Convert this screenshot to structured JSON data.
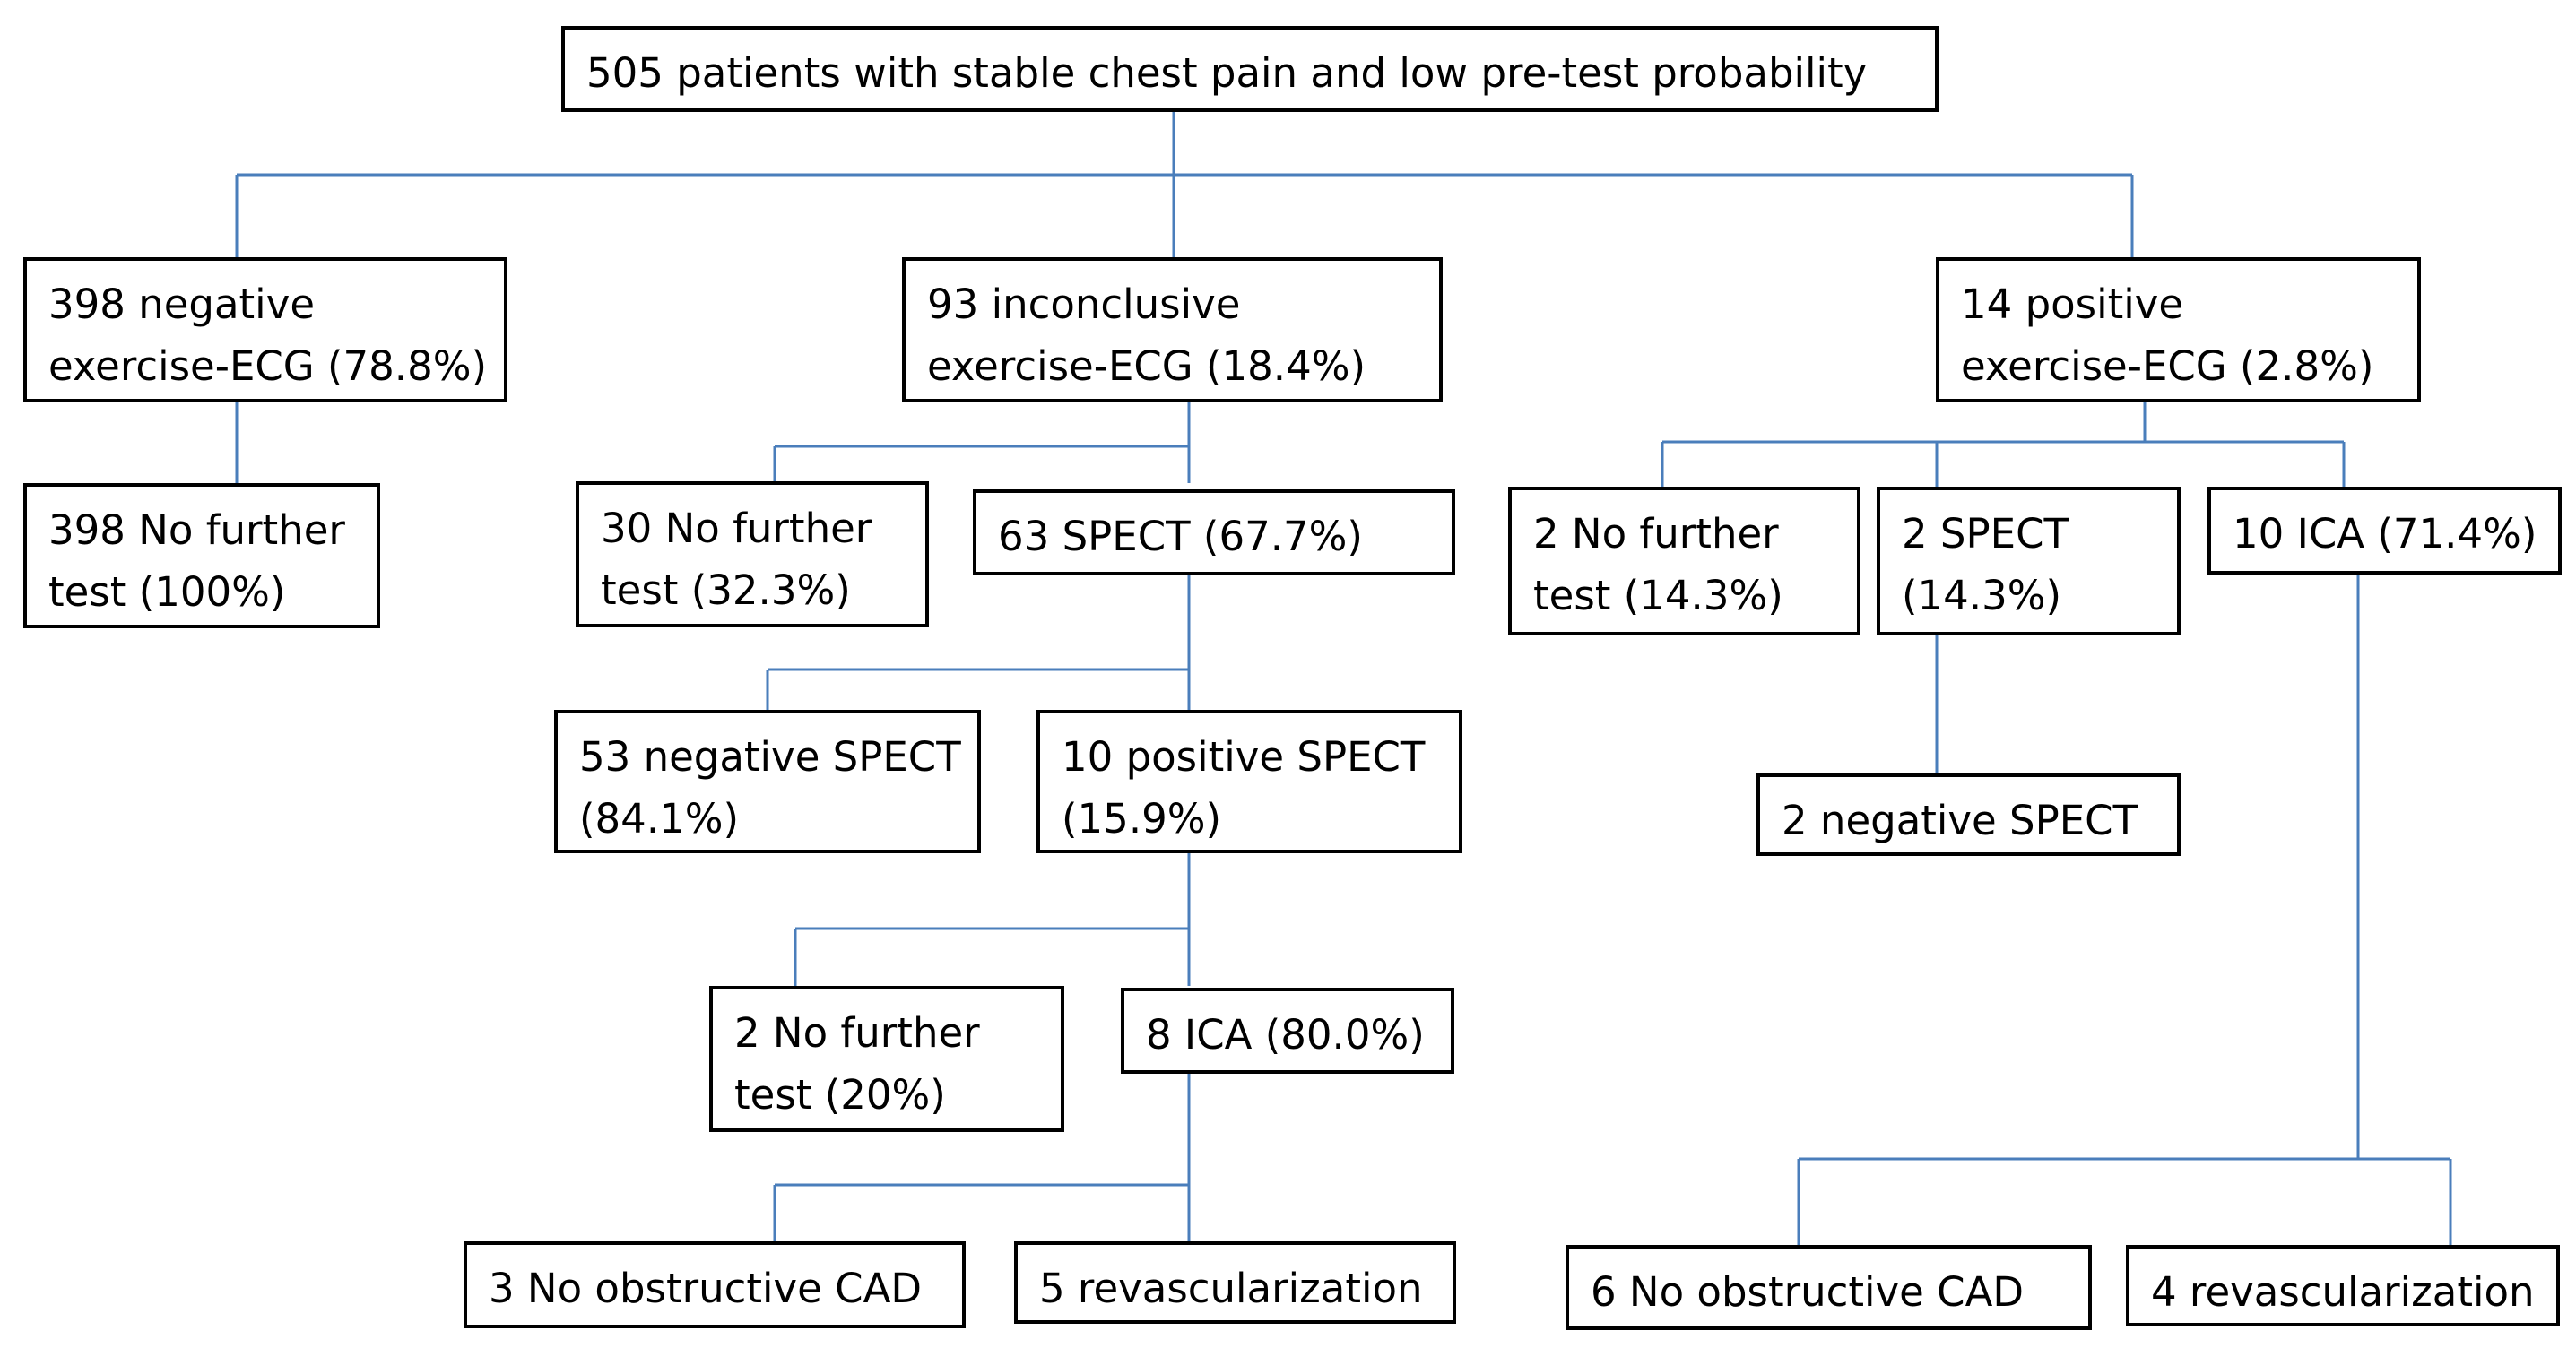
{
  "flowchart": {
    "root": {
      "lines": [
        "505 patients with stable chest pain and low pre-test probability"
      ]
    },
    "negative_ecg": {
      "result": {
        "lines": [
          "398 negative",
          "exercise-ECG (78.8%)"
        ]
      },
      "no_further": {
        "lines": [
          "398 No further",
          "test (100%)"
        ]
      }
    },
    "inconclusive_ecg": {
      "result": {
        "lines": [
          "93 inconclusive",
          "exercise-ECG (18.4%)"
        ]
      },
      "no_further": {
        "lines": [
          "30 No further",
          "test (32.3%)"
        ]
      },
      "spect": {
        "lines": [
          "63 SPECT (67.7%)"
        ]
      },
      "negative_spect": {
        "lines": [
          "53 negative SPECT",
          "(84.1%)"
        ]
      },
      "positive_spect": {
        "lines": [
          "10 positive SPECT",
          "(15.9%)"
        ]
      },
      "no_further_after_spect": {
        "lines": [
          "2 No further",
          "test (20%)"
        ]
      },
      "ica": {
        "lines": [
          "8 ICA (80.0%)"
        ]
      },
      "no_obstructive_cad": {
        "lines": [
          "3 No obstructive CAD"
        ]
      },
      "revascularization": {
        "lines": [
          "5 revascularization"
        ]
      }
    },
    "positive_ecg": {
      "result": {
        "lines": [
          "14 positive",
          "exercise-ECG (2.8%)"
        ]
      },
      "no_further": {
        "lines": [
          "2 No further",
          "test (14.3%)"
        ]
      },
      "spect": {
        "lines": [
          "2 SPECT",
          "(14.3%)"
        ]
      },
      "negative_spect": {
        "lines": [
          "2 negative SPECT"
        ]
      },
      "ica": {
        "lines": [
          "10 ICA (71.4%)"
        ]
      },
      "no_obstructive_cad": {
        "lines": [
          "6 No obstructive CAD"
        ]
      },
      "revascularization": {
        "lines": [
          "4 revascularization"
        ]
      }
    }
  },
  "colors": {
    "connector": "#4a7ebb",
    "box_border": "#000000",
    "text": "#000000"
  }
}
